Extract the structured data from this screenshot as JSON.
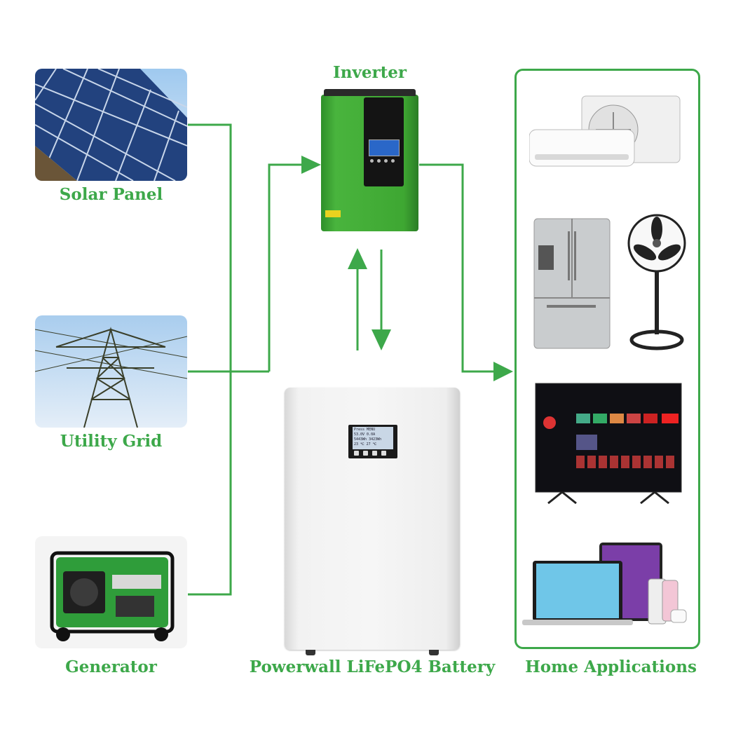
{
  "title": "Inverter",
  "sources": [
    {
      "label": "Solar Panel",
      "icon": "solar-panel-icon"
    },
    {
      "label": "Utility Grid",
      "icon": "utility-grid-icon"
    },
    {
      "label": "Generator",
      "icon": "generator-icon"
    }
  ],
  "inverter": {
    "label": "Inverter"
  },
  "battery": {
    "label": "Powerwall LiFePO4 Battery",
    "screen_lines": [
      "Press MENU",
      "53.0V    0.0A",
      "5443Wh  3423Wh",
      "23 ℃     27 ℃"
    ]
  },
  "home": {
    "label": "Home Applications",
    "items": [
      {
        "icon": "air-conditioner-icon"
      },
      {
        "icon": "refrigerator-icon"
      },
      {
        "icon": "standing-fan-icon"
      },
      {
        "icon": "television-icon"
      },
      {
        "icon": "laptop-tablet-phone-icon"
      }
    ]
  },
  "colors": {
    "accent": "#3da84a",
    "wire": "#3da84a"
  }
}
